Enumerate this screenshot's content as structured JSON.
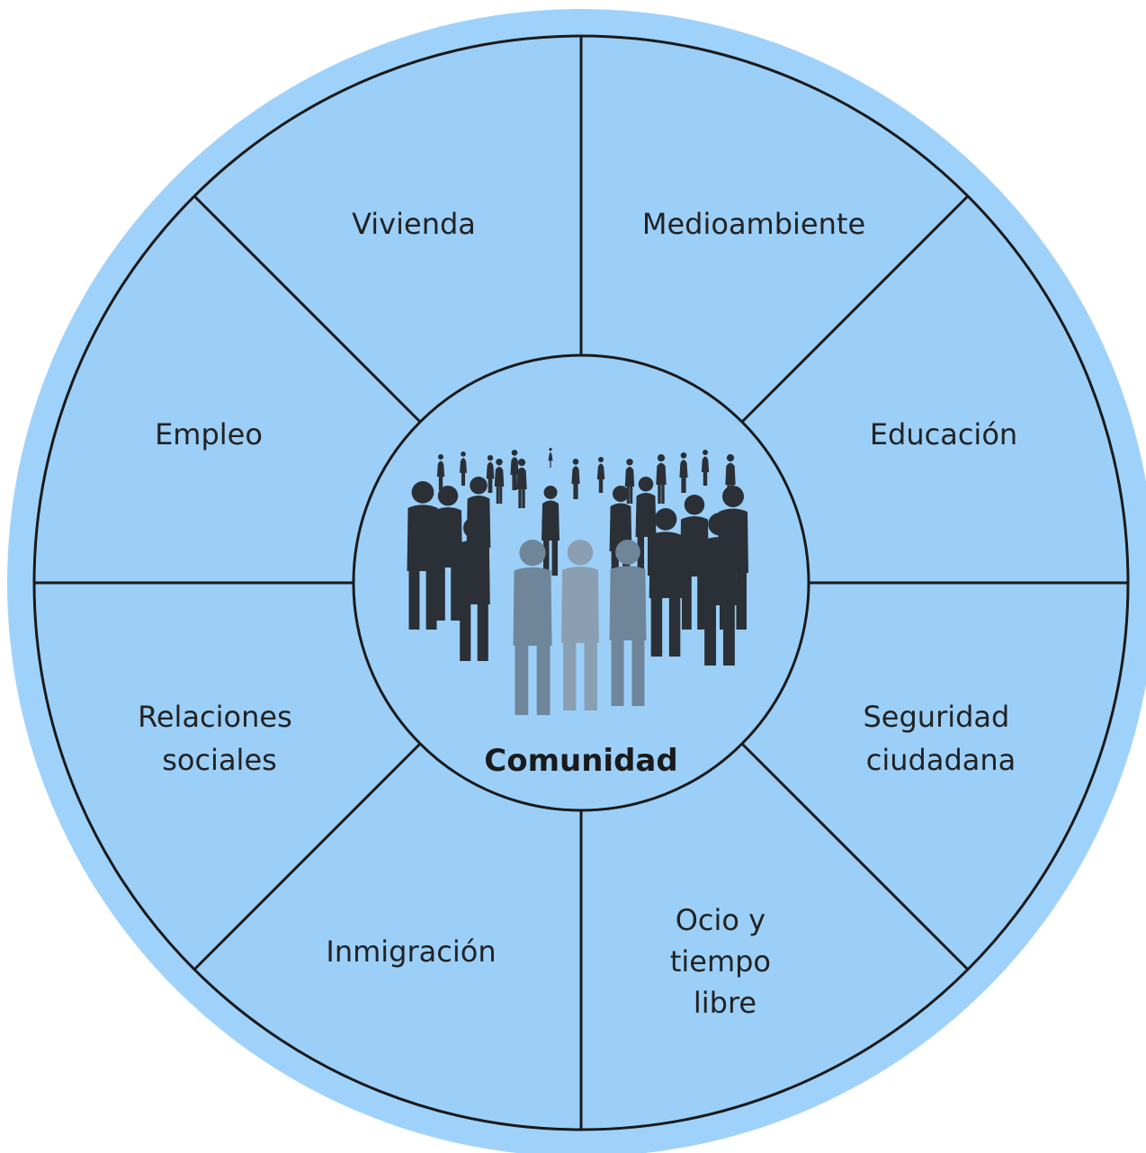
{
  "diagram": {
    "center_label": "Comunidad",
    "segments": [
      {
        "id": "vivienda",
        "lines": [
          "Vivienda"
        ]
      },
      {
        "id": "medioambiente",
        "lines": [
          "Medioambiente"
        ]
      },
      {
        "id": "educacion",
        "lines": [
          "Educación"
        ]
      },
      {
        "id": "seguridad",
        "lines": [
          "Seguridad",
          "ciudadana"
        ]
      },
      {
        "id": "ocio",
        "lines": [
          "Ocio y",
          "tiempo",
          "libre"
        ]
      },
      {
        "id": "inmigracion",
        "lines": [
          "Inmigración"
        ]
      },
      {
        "id": "relaciones",
        "lines": [
          "Relaciones",
          "sociales"
        ]
      },
      {
        "id": "empleo",
        "lines": [
          "Empleo"
        ]
      }
    ],
    "colors": {
      "outer_ring": "#9fd2fb",
      "segment_fill": "#9bcff8",
      "line": "#1a1a1a",
      "crowd_dark": "#2b3036",
      "crowd_light": "#8a9fb2",
      "crowd_mid": "#6f8599"
    },
    "center_icon": "crowd-of-people-icon"
  }
}
